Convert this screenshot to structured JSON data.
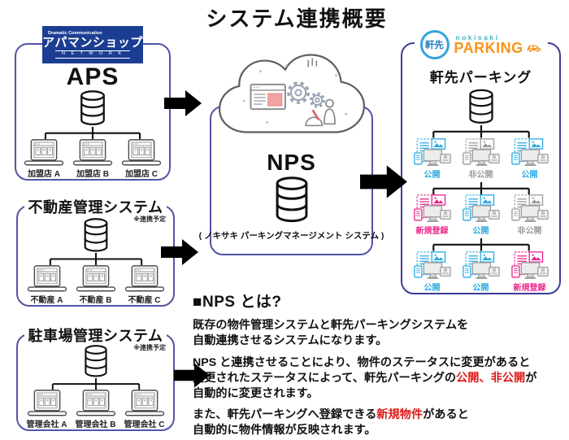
{
  "title": "システム連携概要",
  "aps": {
    "logo": {
      "top": "Dramatic Communication",
      "main": "アパマンショップ",
      "bottom": "N E T W O R K"
    },
    "name": "APS",
    "clients": [
      {
        "label": "加盟店 A"
      },
      {
        "label": "加盟店 B"
      },
      {
        "label": "加盟店 C"
      }
    ]
  },
  "realestate": {
    "title": "不動産管理システム",
    "note": "※連携予定",
    "clients": [
      {
        "label": "不動産 A"
      },
      {
        "label": "不動産 B"
      },
      {
        "label": "不動産 C"
      }
    ]
  },
  "parkinglot": {
    "title": "駐車場管理システム",
    "note": "※連携予定",
    "clients": [
      {
        "label": "管理会社 A"
      },
      {
        "label": "管理会社 B"
      },
      {
        "label": "管理会社 C"
      }
    ]
  },
  "nps": {
    "name": "NPS",
    "caption": "( ノキサキ パーキングマネージメント システム )"
  },
  "nokisaki": {
    "logo": {
      "circle": "軒先",
      "sub": "nokisaki",
      "main": "PARKING"
    },
    "title": "軒先パーキング",
    "rows": [
      [
        {
          "label": "公開",
          "state": "public"
        },
        {
          "label": "非公開",
          "state": "private"
        },
        {
          "label": "公開",
          "state": "public"
        }
      ],
      [
        {
          "label": "新規登録",
          "state": "new"
        },
        {
          "label": "公開",
          "state": "public"
        },
        {
          "label": "非公開",
          "state": "private"
        }
      ],
      [
        {
          "label": "公開",
          "state": "public"
        },
        {
          "label": "公開",
          "state": "public"
        },
        {
          "label": "新規登録",
          "state": "new"
        }
      ]
    ]
  },
  "explanation": {
    "heading": "■NPS とは?",
    "p1l1": "既存の物件管理システムと軒先パーキングシステムを",
    "p1l2": "自動連携させるシステムになります。",
    "p2l1": "NPS と連携させることにより、物件のステータスに変更があると",
    "p2l2a": "変更されたステータスによって、軒先パーキングの",
    "p2l2red": "公開、非公開",
    "p2l2b": "が",
    "p2l3": "自動的に変更されます。",
    "p3l1a": "また、軒先パーキングへ登録できる",
    "p3l1red": "新規物件",
    "p3l1b": "があると",
    "p3l2": "自動的に物件情報が反映されます。"
  },
  "colors": {
    "teal_arrow": "#1ba8b2",
    "orange_arrow": "#e2801f",
    "box_border": "#5353a8",
    "status_public_blue": "#29abe2",
    "status_private_gray": "#9b9b9b",
    "status_new_magenta": "#ec268b",
    "highlight_red": "#dc1a1a",
    "aps_logo_bg": "#1c3e92",
    "nokisaki_orange": "#f7941d",
    "nokisaki_teal": "#44b5c4",
    "nokisaki_blue": "#35a3dc"
  }
}
